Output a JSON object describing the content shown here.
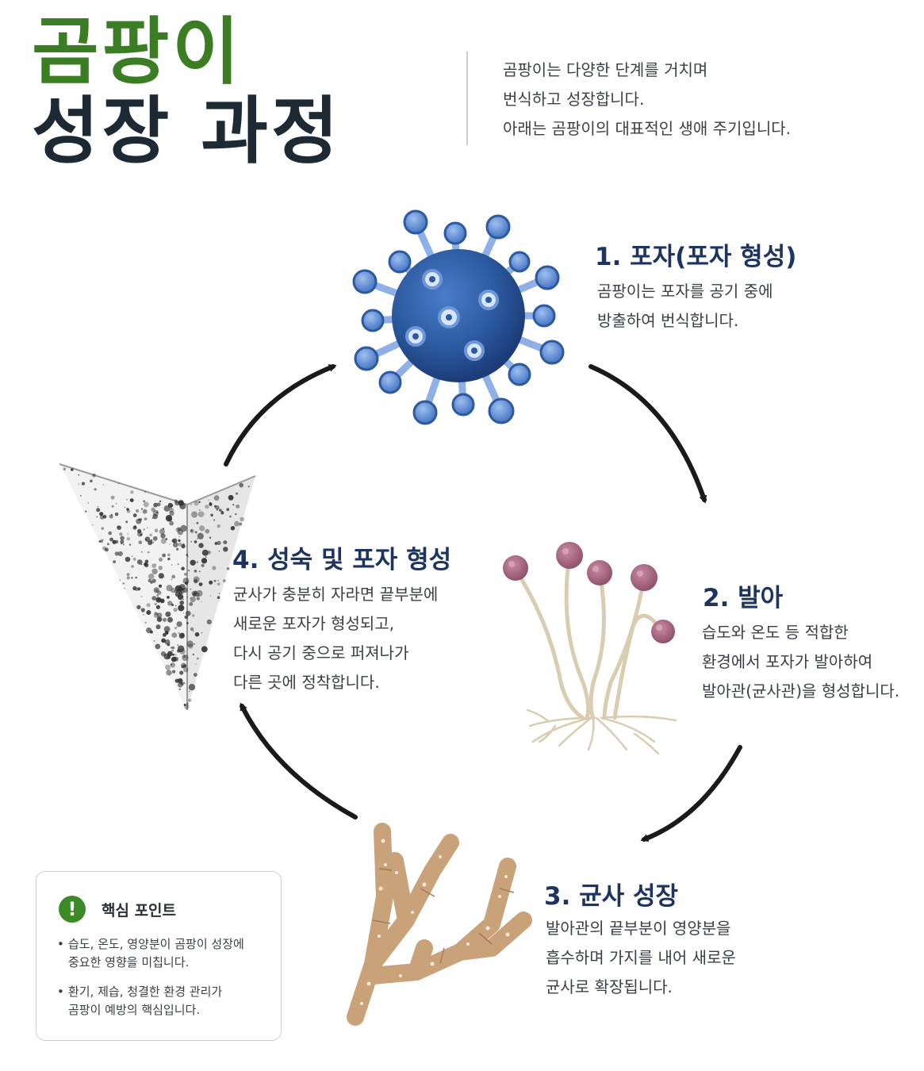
{
  "title": {
    "line1": "곰팡이",
    "line2": "성장 과정"
  },
  "intro": {
    "lines": [
      "곰팡이는 다양한 단계를 거치며",
      "번식하고 성장합니다.",
      "아래는 곰팡이의 대표적인 생애 주기입니다."
    ]
  },
  "steps": [
    {
      "title": "1. 포자(포자 형성)",
      "desc": [
        "곰팡이는 포자를 공기 중에",
        "방출하여 번식합니다."
      ]
    },
    {
      "title": "2. 발아",
      "desc": [
        "습도와 온도 등 적합한",
        "환경에서 포자가 발아하여",
        "발아관(균사관)을 형성합니다."
      ]
    },
    {
      "title": "3. 균사 성장",
      "desc": [
        "발아관의 끝부분이 영양분을",
        "흡수하며 가지를 내어 새로운",
        "균사로 확장됩니다."
      ]
    },
    {
      "title": "4. 성숙 및 포자 형성",
      "desc": [
        "균사가 충분히 자라면 끝부분에",
        "새로운 포자가 형성되고,",
        "다시 공기 중으로 퍼져나가",
        "다른 곳에 정착합니다."
      ]
    }
  ],
  "key_points": {
    "icon": "exclamation-icon",
    "icon_glyph": "!",
    "title": "핵심 포인트",
    "items": [
      [
        "습도, 온도, 영양분이 곰팡이 성장에",
        "중요한 영향을 미칩니다."
      ],
      [
        "환기, 제습, 청결한 환경 관리가",
        "곰팡이 예방의 핵심입니다."
      ]
    ]
  },
  "colors": {
    "title_green": "#3b7d23",
    "title_dark": "#1e2a33",
    "step_title": "#1d3461",
    "spore_blue": "#2c5aa0",
    "sporangium": "#a86b82",
    "hypha_tan": "#c9a27a",
    "key_icon_green": "#3b8a25"
  },
  "icons": [
    "spore-icon",
    "germination-icon",
    "hypha-icon",
    "mold-corner-icon",
    "cycle-arrow-icon"
  ]
}
